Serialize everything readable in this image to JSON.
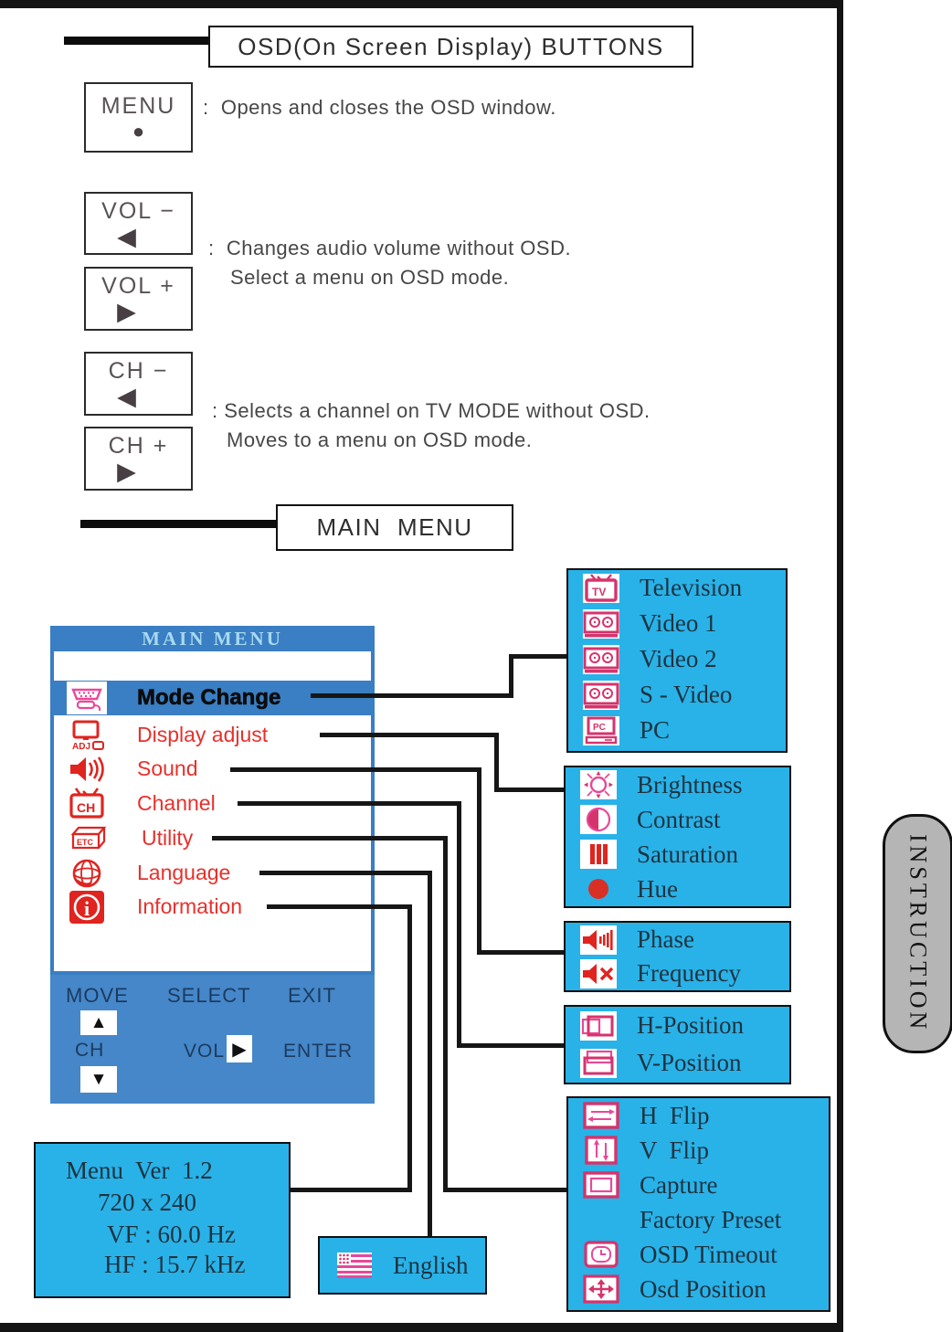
{
  "header": {
    "osd_title": "OSD(On Screen Display) BUTTONS",
    "main_menu_title": "MAIN  MENU"
  },
  "buttons": {
    "menu": {
      "label": "MENU",
      "icon": "dot-icon"
    },
    "vol_minus": {
      "label": "VOL −",
      "icon": "left-triangle-icon"
    },
    "vol_plus": {
      "label": "VOL +",
      "icon": "right-triangle-icon"
    },
    "ch_minus": {
      "label": "CH −",
      "icon": "left-triangle-icon"
    },
    "ch_plus": {
      "label": "CH +",
      "icon": "right-triangle-icon"
    }
  },
  "descriptions": {
    "menu_line1": ":  Opens and closes the OSD window.",
    "vol_line1": ":  Changes audio volume without OSD.",
    "vol_line2": "Select a menu on OSD mode.",
    "ch_line1": ": Selects a channel on TV MODE without OSD.",
    "ch_line2": "Moves to a menu on OSD mode."
  },
  "osd_menu": {
    "title": "MAIN MENU",
    "items": [
      {
        "label": "Mode Change",
        "icon": "vga-connector-icon",
        "selected": true
      },
      {
        "label": "Display adjust",
        "icon": "display-adjust-icon",
        "selected": false
      },
      {
        "label": "Sound",
        "icon": "speaker-icon",
        "selected": false
      },
      {
        "label": "Channel",
        "icon": "tv-channel-icon",
        "selected": false
      },
      {
        "label": "Utility",
        "icon": "etc-box-icon",
        "selected": false
      },
      {
        "label": "Language",
        "icon": "globe-icon",
        "selected": false
      },
      {
        "label": "Information",
        "icon": "info-icon",
        "selected": false
      }
    ],
    "footer": {
      "move_label": "MOVE",
      "select_label": "SELECT",
      "exit_label": "EXIT",
      "ch_label": "CH",
      "vol_label": "VOL",
      "enter_label": "ENTER",
      "up_icon": "up-triangle-icon",
      "down_icon": "down-triangle-icon",
      "right_icon": "right-triangle-icon"
    }
  },
  "submenus": {
    "mode": {
      "items": [
        {
          "label": "Television",
          "icon": "television-icon"
        },
        {
          "label": "Video 1",
          "icon": "cassette-icon"
        },
        {
          "label": "Video 2",
          "icon": "cassette-icon"
        },
        {
          "label": "S - Video",
          "icon": "cassette-icon"
        },
        {
          "label": "PC",
          "icon": "pc-icon"
        }
      ]
    },
    "display": {
      "items": [
        {
          "label": "Brightness",
          "icon": "brightness-icon"
        },
        {
          "label": "Contrast",
          "icon": "contrast-icon"
        },
        {
          "label": "Saturation",
          "icon": "saturation-icon"
        },
        {
          "label": "Hue",
          "icon": "hue-icon"
        }
      ]
    },
    "sound": {
      "items": [
        {
          "label": "Phase",
          "icon": "speaker-volume-icon"
        },
        {
          "label": "Frequency",
          "icon": "speaker-mute-icon"
        }
      ]
    },
    "channel": {
      "items": [
        {
          "label": "H-Position",
          "icon": "h-position-icon"
        },
        {
          "label": "V-Position",
          "icon": "v-position-icon"
        }
      ]
    },
    "utility": {
      "items": [
        {
          "label": "H  Flip",
          "icon": "h-flip-icon"
        },
        {
          "label": "V  Flip",
          "icon": "v-flip-icon"
        },
        {
          "label": "Capture",
          "icon": "capture-icon"
        },
        {
          "label": "Factory Preset",
          "icon": "empty-icon"
        },
        {
          "label": "OSD Timeout",
          "icon": "osd-timeout-icon"
        },
        {
          "label": "Osd Position",
          "icon": "osd-position-icon"
        }
      ]
    },
    "language": {
      "items": [
        {
          "label": "English",
          "icon": "us-flag-icon"
        }
      ]
    }
  },
  "info_box": {
    "line1": "Menu  Ver  1.2",
    "line2": "720 x 240",
    "line3": "VF : 60.0 Hz",
    "line4": "HF : 15.7 kHz"
  },
  "side_tab": {
    "label": "INSTRUCTION"
  },
  "colors": {
    "menu_blue": "#3a7ec3",
    "footer_blue": "#4587c9",
    "panel_cyan": "#29b2e8",
    "item_red": "#e8302c",
    "icon_crimson": "#d6336c",
    "icon_pink": "#e8489a",
    "icon_red": "#e02420",
    "header_text_blue": "#a8d9f0",
    "panel_text": "#1e3340",
    "tab_gray": "#b5b5b5"
  }
}
